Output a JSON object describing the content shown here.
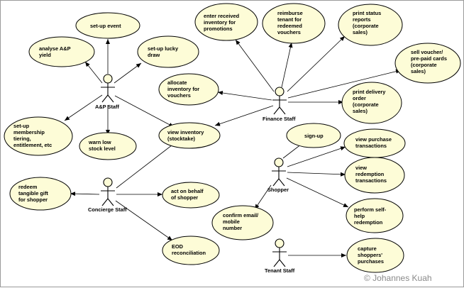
{
  "diagram": {
    "actors": [
      {
        "id": "ap",
        "label": "A&P Staff"
      },
      {
        "id": "finance",
        "label": "Finance Staff"
      },
      {
        "id": "shopper",
        "label": "Shopper"
      },
      {
        "id": "concierge",
        "label": "Concierge Staff"
      },
      {
        "id": "tenant",
        "label": "Tenant Staff"
      }
    ],
    "use_cases": [
      {
        "id": "setup_event",
        "lines": [
          "set-up event"
        ]
      },
      {
        "id": "analyse_ap",
        "lines": [
          "analyse A&P",
          "yield"
        ]
      },
      {
        "id": "lucky_draw",
        "lines": [
          "set-up lucky",
          "draw"
        ]
      },
      {
        "id": "membership",
        "lines": [
          "set-up",
          "membership",
          "tiering,",
          "entitlement, etc"
        ]
      },
      {
        "id": "warn_low",
        "lines": [
          "warn low",
          "stock level"
        ]
      },
      {
        "id": "view_inventory",
        "lines": [
          "view inventory",
          "(stocktake)"
        ]
      },
      {
        "id": "enter_inventory",
        "lines": [
          "enter received",
          "inventory for",
          "promotions"
        ]
      },
      {
        "id": "reimburse",
        "lines": [
          "reimburse",
          "tenant for",
          "redeemed",
          "vouchers"
        ]
      },
      {
        "id": "print_status",
        "lines": [
          "print status",
          "reports",
          "(corporate",
          "sales)"
        ]
      },
      {
        "id": "sell_voucher",
        "lines": [
          "sell voucher/",
          "pre-paid cards",
          "(corporate",
          "sales)"
        ]
      },
      {
        "id": "allocate",
        "lines": [
          "allocate",
          "inventory for",
          "vouchers"
        ]
      },
      {
        "id": "print_delivery",
        "lines": [
          "print delivery",
          "order",
          "(corporate",
          "sales)"
        ]
      },
      {
        "id": "signup",
        "lines": [
          "sign-up"
        ]
      },
      {
        "id": "view_purchase",
        "lines": [
          "view purchase",
          "transactions"
        ]
      },
      {
        "id": "view_redemption",
        "lines": [
          "view",
          "redemption",
          "transactions"
        ]
      },
      {
        "id": "self_help",
        "lines": [
          "perform self-",
          "help",
          "redemption"
        ]
      },
      {
        "id": "confirm_email",
        "lines": [
          "confirm email/",
          "mobile",
          "number"
        ]
      },
      {
        "id": "redeem_gift",
        "lines": [
          "redeem",
          "tangible gift",
          "for shopper"
        ]
      },
      {
        "id": "act_behalf",
        "lines": [
          "act on behalf",
          "of shopper"
        ]
      },
      {
        "id": "eod",
        "lines": [
          "EOD",
          "reconciliation"
        ]
      },
      {
        "id": "capture",
        "lines": [
          "capture",
          "shoppers'",
          "purchases"
        ]
      }
    ]
  },
  "watermark": "© Johannes Kuah"
}
